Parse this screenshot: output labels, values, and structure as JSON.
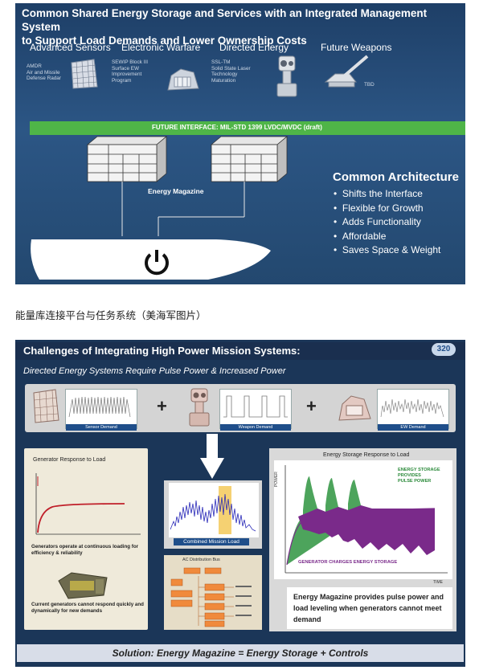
{
  "slide1": {
    "title_line1": "Common Shared Energy Storage and Services with an Integrated Management System",
    "title_line2": "to Support Load Demands and Lower Ownership Costs",
    "columns": [
      {
        "heading": "Advanced Sensors",
        "lines": [
          "AMDR",
          "Air and Missile",
          "Defense Radar"
        ]
      },
      {
        "heading": "Electronic Warfare",
        "lines": [
          "SEWIP Block III",
          "Surface EW",
          "Improvement",
          "Program"
        ]
      },
      {
        "heading": "Directed Energy",
        "lines": [
          "SSL-TM",
          "Solid State Laser",
          "Technology",
          "Maturation"
        ]
      },
      {
        "heading": "Future Weapons",
        "lines": [
          "TBD"
        ]
      }
    ],
    "interface_bar": "FUTURE INTERFACE: MIL-STD 1399  LVDC/MVDC (draft)",
    "energy_magazine": "Energy Magazine",
    "architecture_title": "Common Architecture",
    "bullets": [
      "Shifts the Interface",
      "Flexible for Growth",
      "Adds Functionality",
      "Affordable",
      "Saves Space & Weight"
    ]
  },
  "caption": "能量库连接平台与任务系统（美海军图片）",
  "slide2": {
    "title": "Challenges of Integrating High Power Mission Systems:",
    "logo": "320",
    "subtitle": "Directed Energy Systems Require Pulse Power & Increased Power",
    "demands": [
      "Sensor Demand",
      "Weapon Demand",
      "EW Demand"
    ],
    "generator": {
      "title": "Generator Response to Load",
      "text1": "Generators operate at continuous loading for efficiency & reliability",
      "text2": "Current generators cannot  respond quickly and dynamically for new demands"
    },
    "combined_label": "Combined Mission Load",
    "ac_title": "AC Distribution Bus",
    "response": {
      "title": "Energy Storage Response to Load",
      "legend_green": [
        "ENERGY STORAGE",
        "PROVIDES",
        "PULSE POWER"
      ],
      "legend_purple": "GENERATOR CHARGES ENERGY STORAGE",
      "ylabel": "POWER",
      "xlabel": "TIME"
    },
    "magazine_text": "Energy Magazine provides pulse power  and load leveling when generators cannot meet demand",
    "solution": "Solution:  Energy Magazine = Energy Storage + Controls"
  }
}
